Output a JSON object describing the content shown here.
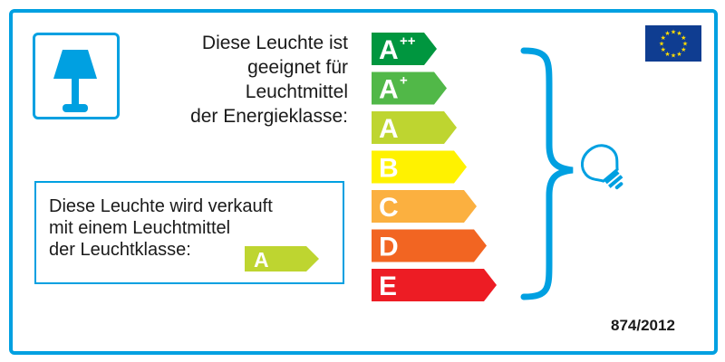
{
  "label": {
    "eligible_lines": [
      "Diese Leuchte ist",
      "geeignet für",
      "Leuchtmittel",
      "der Energieklasse:"
    ],
    "sold_lines": [
      "Diese Leuchte wird verkauft",
      "mit einem Leuchtmittel",
      "der Leuchtklasse:"
    ],
    "sold_class": "A",
    "regulation": "874/2012"
  },
  "classes": [
    {
      "letter": "A",
      "sup": "++",
      "color": "#00963f"
    },
    {
      "letter": "A",
      "sup": "+",
      "color": "#51b848"
    },
    {
      "letter": "A",
      "sup": "",
      "color": "#bed530"
    },
    {
      "letter": "B",
      "sup": "",
      "color": "#fff200"
    },
    {
      "letter": "C",
      "sup": "",
      "color": "#fbb040"
    },
    {
      "letter": "D",
      "sup": "",
      "color": "#f26522"
    },
    {
      "letter": "E",
      "sup": "",
      "color": "#ed1c24"
    }
  ],
  "colors": {
    "frame": "#00a0e1",
    "sold_class": "#bed530",
    "eu_blue": "#0f3d91",
    "eu_stars": "#ffdd00"
  },
  "icons": [
    "lamp-icon",
    "light-bulb-icon",
    "eu-flag-icon"
  ]
}
